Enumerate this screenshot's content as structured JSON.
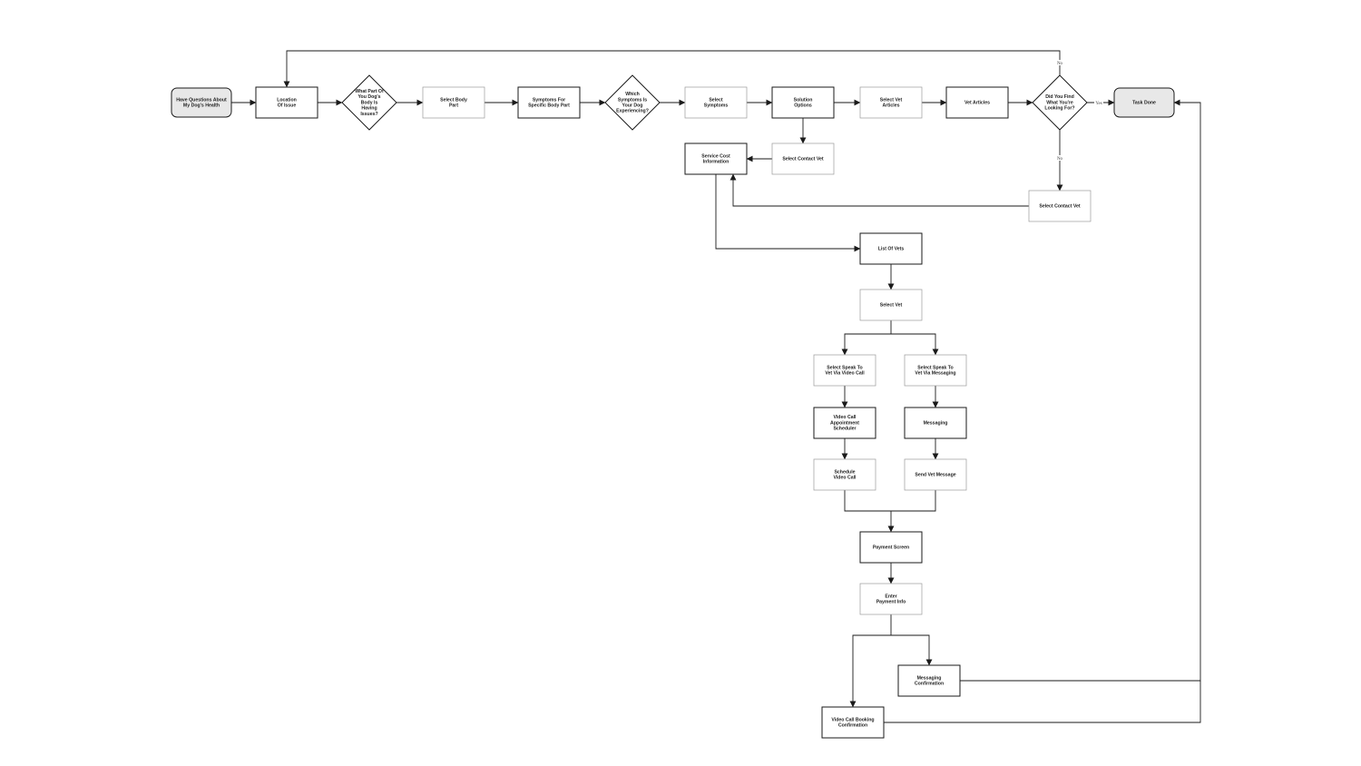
{
  "colors": {
    "background": "#ffffff",
    "line": "#1a1a1a",
    "dark_border": "#1a1a1a",
    "light_border": "#9a9a9a",
    "terminal_fill": "#e8e8e8",
    "text": "#222222"
  },
  "nodes": [
    {
      "id": "start",
      "shape": "terminal",
      "lines": [
        "Have Questions About",
        "My Dog's Health"
      ]
    },
    {
      "id": "location",
      "shape": "box",
      "lines": [
        "Location",
        "Of Issue"
      ]
    },
    {
      "id": "d_body",
      "shape": "diamond",
      "lines": [
        "What Part Of",
        "You Dog's",
        "Body Is",
        "Having",
        "Issues?"
      ]
    },
    {
      "id": "select_body",
      "shape": "box_light",
      "lines": [
        "Select Body",
        "Part"
      ]
    },
    {
      "id": "symptoms_for",
      "shape": "box",
      "lines": [
        "Symptoms For",
        "Specific Body Part"
      ]
    },
    {
      "id": "d_symptoms",
      "shape": "diamond",
      "lines": [
        "Which",
        "Symptoms Is",
        "Your Dog",
        "Experiencing?"
      ]
    },
    {
      "id": "select_symptoms",
      "shape": "box_light",
      "lines": [
        "Select",
        "Symptoms"
      ]
    },
    {
      "id": "solution",
      "shape": "box",
      "lines": [
        "Solution",
        "Options"
      ]
    },
    {
      "id": "select_articles",
      "shape": "box_light",
      "lines": [
        "Select Vet",
        "Articles"
      ]
    },
    {
      "id": "vet_articles",
      "shape": "box",
      "lines": [
        "Vet Articles"
      ]
    },
    {
      "id": "d_find",
      "shape": "diamond",
      "lines": [
        "Did You Find",
        "What You're",
        "Looking For?"
      ]
    },
    {
      "id": "task_done",
      "shape": "terminal",
      "lines": [
        "Task Done"
      ]
    },
    {
      "id": "select_contact_1",
      "shape": "box_light",
      "lines": [
        "Select Contact Vet"
      ]
    },
    {
      "id": "service_cost",
      "shape": "box",
      "lines": [
        "Service Cost",
        "Information"
      ]
    },
    {
      "id": "select_contact_2",
      "shape": "box_light",
      "lines": [
        "Select Contact Vet"
      ]
    },
    {
      "id": "list_vets",
      "shape": "box",
      "lines": [
        "List Of Vets"
      ]
    },
    {
      "id": "select_vet",
      "shape": "box_light",
      "lines": [
        "Select Vet"
      ]
    },
    {
      "id": "speak_video",
      "shape": "box_light",
      "lines": [
        "Select Speak To",
        "Vet Via Video Call"
      ]
    },
    {
      "id": "speak_msg",
      "shape": "box_light",
      "lines": [
        "Select Speak To",
        "Vet Via Messaging"
      ]
    },
    {
      "id": "video_sched",
      "shape": "box",
      "lines": [
        "Video Call",
        "Appointment",
        "Scheduler"
      ]
    },
    {
      "id": "messaging",
      "shape": "box",
      "lines": [
        "Messaging"
      ]
    },
    {
      "id": "schedule_video",
      "shape": "box_light",
      "lines": [
        "Schedule",
        "Video Call"
      ]
    },
    {
      "id": "send_msg",
      "shape": "box_light",
      "lines": [
        "Send Vet Message"
      ]
    },
    {
      "id": "payment",
      "shape": "box",
      "lines": [
        "Payment Screen"
      ]
    },
    {
      "id": "enter_payment",
      "shape": "box_light",
      "lines": [
        "Enter",
        "Payment Info"
      ]
    },
    {
      "id": "msg_confirm",
      "shape": "box",
      "lines": [
        "Messaging",
        "Confirmation"
      ]
    },
    {
      "id": "video_confirm",
      "shape": "box",
      "lines": [
        "Video Call Booking",
        "Confirmation"
      ]
    }
  ],
  "edges": [
    {
      "from": "start",
      "to": "location"
    },
    {
      "from": "location",
      "to": "d_body"
    },
    {
      "from": "d_body",
      "to": "select_body"
    },
    {
      "from": "select_body",
      "to": "symptoms_for"
    },
    {
      "from": "symptoms_for",
      "to": "d_symptoms"
    },
    {
      "from": "d_symptoms",
      "to": "select_symptoms"
    },
    {
      "from": "select_symptoms",
      "to": "solution"
    },
    {
      "from": "solution",
      "to": "select_articles"
    },
    {
      "from": "select_articles",
      "to": "vet_articles"
    },
    {
      "from": "vet_articles",
      "to": "d_find"
    },
    {
      "from": "d_find",
      "to": "task_done",
      "label": "Yes"
    },
    {
      "from": "d_find",
      "to": "location",
      "label": "No"
    },
    {
      "from": "d_find",
      "to": "select_contact_2",
      "label": "No"
    },
    {
      "from": "solution",
      "to": "select_contact_1"
    },
    {
      "from": "select_contact_1",
      "to": "service_cost"
    },
    {
      "from": "select_contact_2",
      "to": "service_cost"
    },
    {
      "from": "service_cost",
      "to": "list_vets"
    },
    {
      "from": "list_vets",
      "to": "select_vet"
    },
    {
      "from": "select_vet",
      "to": "speak_video"
    },
    {
      "from": "select_vet",
      "to": "speak_msg"
    },
    {
      "from": "speak_video",
      "to": "video_sched"
    },
    {
      "from": "speak_msg",
      "to": "messaging"
    },
    {
      "from": "video_sched",
      "to": "schedule_video"
    },
    {
      "from": "messaging",
      "to": "send_msg"
    },
    {
      "from": "schedule_video",
      "to": "payment"
    },
    {
      "from": "send_msg",
      "to": "payment"
    },
    {
      "from": "payment",
      "to": "enter_payment"
    },
    {
      "from": "enter_payment",
      "to": "msg_confirm"
    },
    {
      "from": "enter_payment",
      "to": "video_confirm"
    },
    {
      "from": "msg_confirm",
      "to": "task_done"
    },
    {
      "from": "video_confirm",
      "to": "task_done"
    }
  ]
}
